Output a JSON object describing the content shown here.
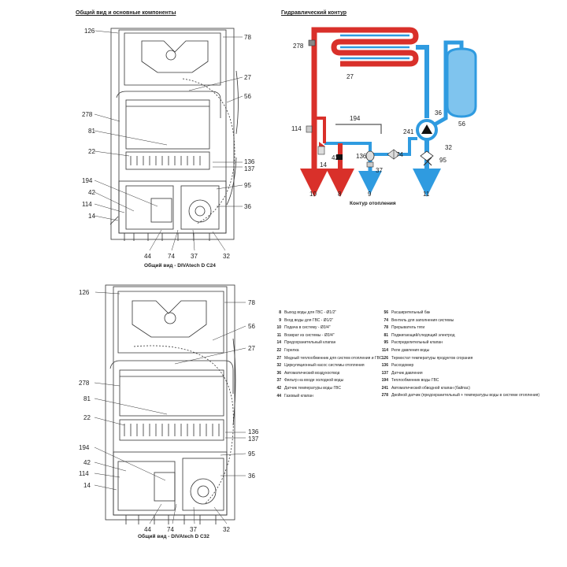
{
  "titles": {
    "overview": "Общий вид и основные компоненты",
    "hydraulic": "Гидравлический контур",
    "heating_circuit": "Контур отопления",
    "c24": "Общий вид - DIVAtech D C24",
    "c32": "Общий вид - DIVAtech D C32"
  },
  "top_labels": {
    "l126": "126",
    "l78": "78",
    "l27": "27",
    "l56": "56",
    "l278": "278",
    "l81": "81",
    "l22": "22",
    "l136": "136",
    "l137": "137",
    "l194": "194",
    "l95": "95",
    "l42": "42",
    "l114": "114",
    "l36": "36",
    "l14": "14",
    "l44": "44",
    "l74": "74",
    "l37": "37",
    "l32": "32"
  },
  "bottom_labels": {
    "l126": "126",
    "l78": "78",
    "l56": "56",
    "l27": "27",
    "l278": "278",
    "l81": "81",
    "l22": "22",
    "l136": "136",
    "l137": "137",
    "l194": "194",
    "l95": "95",
    "l42": "42",
    "l36": "36",
    "l114": "114",
    "l14": "14",
    "l44": "44",
    "l74": "74",
    "l37": "37",
    "l32": "32"
  },
  "hydraulic_labels": {
    "l278": "278",
    "l27": "27",
    "l194": "194",
    "l114": "114",
    "l42": "42",
    "l14": "14",
    "l136": "136",
    "l37": "37",
    "l74": "74",
    "l241": "241",
    "l36": "36",
    "l56": "56",
    "l32": "32",
    "l95": "95",
    "l10": "10",
    "l8": "8",
    "l9": "9",
    "l11": "11"
  },
  "legend_left": [
    {
      "num": "8",
      "text": "Выход воды для ГВС - Ø1/2\""
    },
    {
      "num": "9",
      "text": "Вход воды для ГВС - Ø1/2\""
    },
    {
      "num": "10",
      "text": "Подача в систему - Ø3/4\""
    },
    {
      "num": "11",
      "text": "Возврат из системы - Ø3/4\""
    },
    {
      "num": "14",
      "text": "Предохранительный клапан"
    },
    {
      "num": "22",
      "text": "Горелка"
    },
    {
      "num": "27",
      "text": "Медный теплообменник для систем отопления и ГВС"
    },
    {
      "num": "32",
      "text": "Циркуляционный насос системы отопления"
    },
    {
      "num": "36",
      "text": "Автоматический воздухоотвод"
    },
    {
      "num": "37",
      "text": "Фильтр на входе холодной воды"
    },
    {
      "num": "42",
      "text": "Датчик температуры воды ГВС"
    },
    {
      "num": "44",
      "text": "Газовый клапан"
    }
  ],
  "legend_right": [
    {
      "num": "56",
      "text": "Расширительный бак"
    },
    {
      "num": "74",
      "text": "Вентиль для заполнения системы"
    },
    {
      "num": "78",
      "text": "Прерыватель тяги"
    },
    {
      "num": "81",
      "text": "Поджигающий/следящий электрод"
    },
    {
      "num": "95",
      "text": "Распределительный клапан"
    },
    {
      "num": "114",
      "text": "Реле давления воды"
    },
    {
      "num": "126",
      "text": "Термостат температуры продуктов сгорания"
    },
    {
      "num": "136",
      "text": "Расходомер"
    },
    {
      "num": "137",
      "text": "Датчик давления"
    },
    {
      "num": "194",
      "text": "Теплообменник воды ГВС"
    },
    {
      "num": "241",
      "text": "Автоматический обводной клапан (байпас)"
    },
    {
      "num": "278",
      "text": "Двойной датчик (предохранительный + температуры воды в системе отопления)"
    }
  ],
  "colors": {
    "hot": "#d9302a",
    "cold": "#2f9be0",
    "line": "#333333"
  }
}
